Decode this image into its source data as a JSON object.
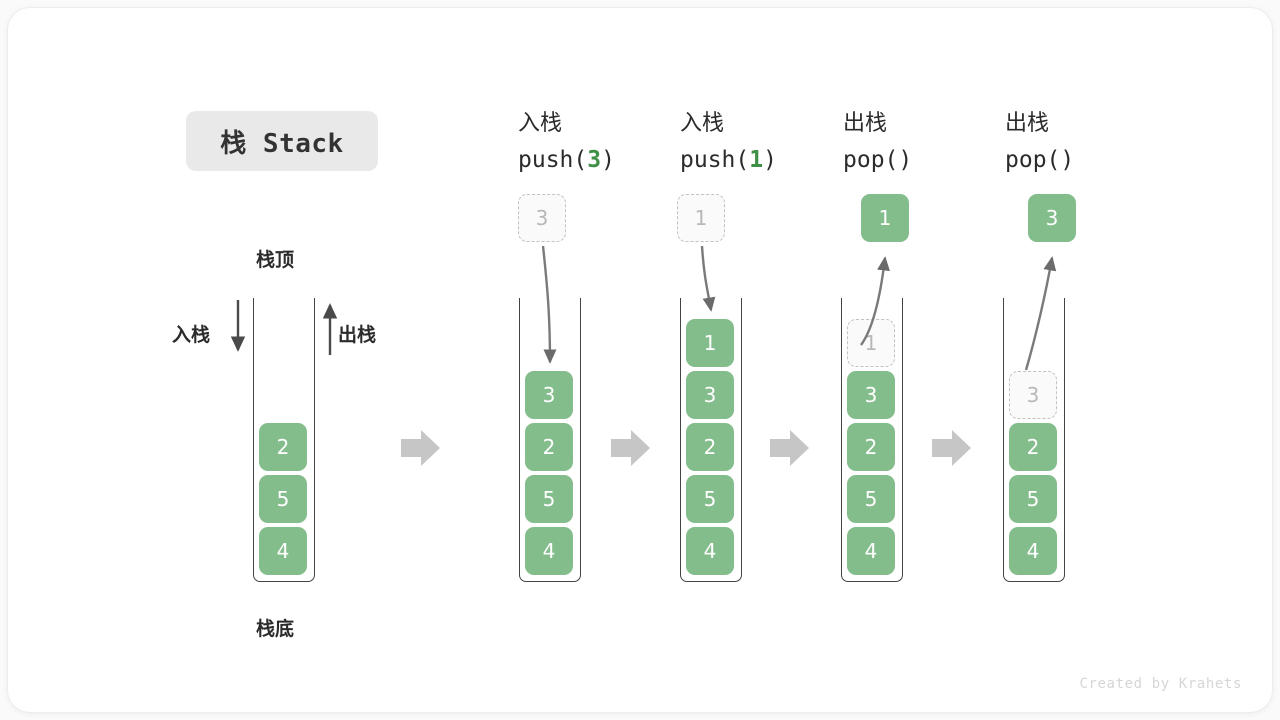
{
  "title_chip": {
    "text": "栈 Stack"
  },
  "labels": {
    "top": "栈顶",
    "bottom": "栈底",
    "push_side": "入栈",
    "pop_side": "出栈"
  },
  "colors": {
    "element": "#84bd8c",
    "element_text": "#ffffff",
    "ghost_border": "#c2c2c2",
    "ghost_text": "#b8b8b8",
    "accent_arg": "#3f8f46",
    "arrow": "#6b6b6b",
    "separator": "#c6c6c6",
    "container_border": "#444444",
    "chip_bg": "#e9e9e9",
    "card_bg": "#ffffff",
    "page_bg": "#fafafa",
    "watermark": "#d6d6d6"
  },
  "columns": [
    {
      "id": "initial",
      "head_zh": "",
      "head_code": "",
      "head_arg": "",
      "stack": [
        "2",
        "5",
        "4"
      ],
      "floating": null,
      "ghost": null
    },
    {
      "id": "push-3",
      "head_zh": "入栈",
      "head_code_prefix": "push(",
      "head_arg": "3",
      "head_code_suffix": ")",
      "stack": [
        "3",
        "2",
        "5",
        "4"
      ],
      "floating": null,
      "ghost": {
        "value": "3",
        "position": "above"
      }
    },
    {
      "id": "push-1",
      "head_zh": "入栈",
      "head_code_prefix": "push(",
      "head_arg": "1",
      "head_code_suffix": ")",
      "stack": [
        "1",
        "3",
        "2",
        "5",
        "4"
      ],
      "floating": null,
      "ghost": {
        "value": "1",
        "position": "above"
      }
    },
    {
      "id": "pop-1",
      "head_zh": "出栈",
      "head_code_prefix": "pop(",
      "head_arg": "",
      "head_code_suffix": ")",
      "stack": [
        "3",
        "2",
        "5",
        "4"
      ],
      "floating": {
        "value": "1"
      },
      "ghost": {
        "value": "1",
        "position": "in-stack-slot-0"
      }
    },
    {
      "id": "pop-2",
      "head_zh": "出栈",
      "head_code_prefix": "pop(",
      "head_arg": "",
      "head_code_suffix": ")",
      "stack": [
        "2",
        "5",
        "4"
      ],
      "floating": {
        "value": "3"
      },
      "ghost": {
        "value": "3",
        "position": "in-stack-slot-1"
      }
    }
  ],
  "separators": {
    "glyph": "arrow-right",
    "count": 4
  },
  "watermark": {
    "text": "Created by Krahets"
  }
}
